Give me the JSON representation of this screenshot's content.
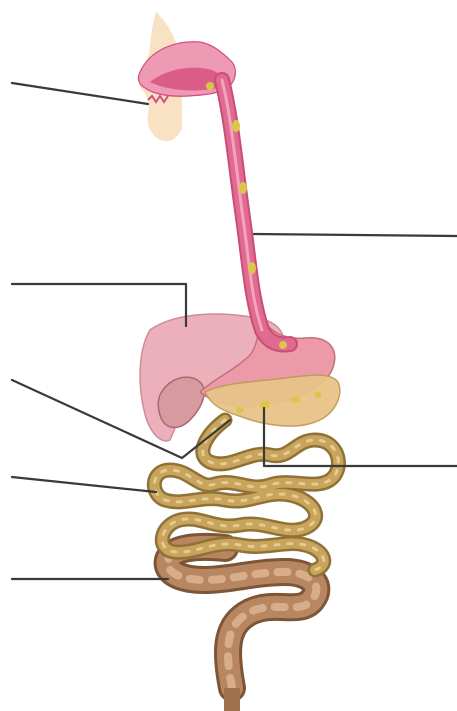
{
  "diagram": {
    "kind": "digestive-system-blank-label-worksheet",
    "colors": {
      "background": "#ffffff",
      "leader_line": "#3a3a3a",
      "mouth_tissue": "#ee9ab4",
      "mouth_dark": "#d44c7c",
      "skin": "#f7ddb8",
      "esophagus": "#e16a90",
      "esophagus_highlight": "#f4a3bc",
      "stomach": "#ec9aa8",
      "liver": "#e9a8b4",
      "pancreas": "#e8c489",
      "small_intestine": "#c9a45c",
      "small_intestine_edge": "#8f7236",
      "large_intestine": "#b88660",
      "large_intestine_edge": "#7c5637",
      "food_bolus": "#d9c64a"
    },
    "labels": [
      {
        "id": "mouth",
        "icon": "mouth-icon"
      },
      {
        "id": "esophagus",
        "icon": "esophagus-icon"
      },
      {
        "id": "liver",
        "icon": "liver-icon"
      },
      {
        "id": "gall-bladder",
        "icon": "gallbladder-icon"
      },
      {
        "id": "pancreas",
        "icon": "pancreas-icon"
      },
      {
        "id": "small-intestine",
        "icon": "small-intestine-icon"
      },
      {
        "id": "large-intestine",
        "icon": "large-intestine-icon"
      }
    ]
  }
}
